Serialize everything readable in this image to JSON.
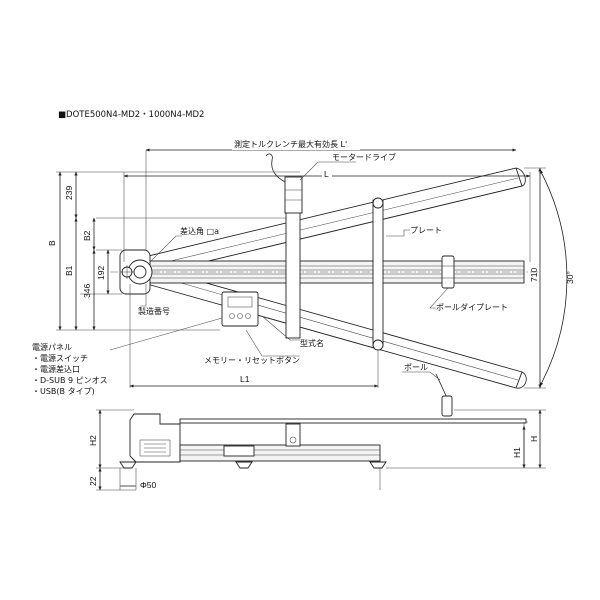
{
  "title": "■DOTE500N4-MD2・1000N4-MD2",
  "dims": {
    "L": "L",
    "L_prime": "測定トルクレンチ最大有効長 L'",
    "L1": "L1",
    "B": "B",
    "B1": "B1",
    "B2": "B2",
    "d239": "239",
    "d192": "192",
    "d346": "346",
    "d710": "710",
    "angle30": "30°",
    "H": "H",
    "H1": "H1",
    "H2": "H2",
    "d22": "22",
    "phi50": "Φ50"
  },
  "callouts": {
    "motor_drive": "モータードライブ",
    "insert_angle": "差込角 □a",
    "plate": "プレート",
    "pole_die_plate": "ポールダイプレート",
    "serial_no": "製造番号",
    "model_name": "型式名",
    "memory_reset": "メモリー・リセットボタン",
    "pole": "ポール"
  },
  "power_panel": {
    "heading": "電源パネル",
    "items": [
      "・電源スイッチ",
      "・電源差込口",
      "・D-SUB 9 ピンオス",
      "・USB(B タイプ)"
    ]
  }
}
